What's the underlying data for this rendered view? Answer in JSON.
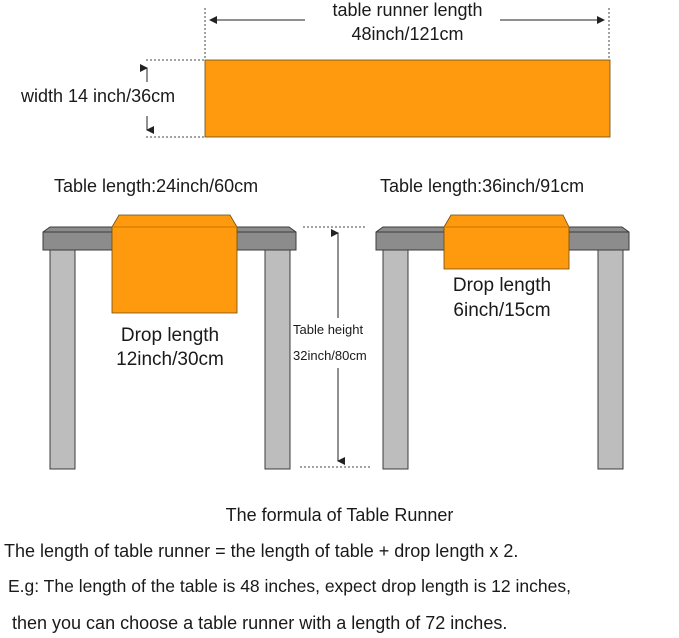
{
  "runner": {
    "length_label": "table runner length",
    "length_value": "48inch/121cm",
    "width_label": "width 14 inch/36cm",
    "color": "#FF9A0E"
  },
  "table_left": {
    "length_label": "Table length:24inch/60cm",
    "drop_label": "Drop length",
    "drop_value": "12inch/30cm"
  },
  "table_right": {
    "length_label": "Table length:36inch/91cm",
    "drop_label": "Drop length",
    "drop_value": "6inch/15cm"
  },
  "height": {
    "label": "Table height",
    "value": "32inch/80cm"
  },
  "formula": {
    "title": "The formula of Table Runner",
    "line1": "The length of table runner = the length of table + drop length x 2.",
    "line2": "E.g: The length of the table is 48 inches, expect drop length is 12 inches,",
    "line3": "then you can choose a table runner with a length of 72 inches."
  },
  "colors": {
    "table_top": "#8C8C8C",
    "table_leg": "#BDBDBD",
    "outline": "#3C3C3C"
  }
}
